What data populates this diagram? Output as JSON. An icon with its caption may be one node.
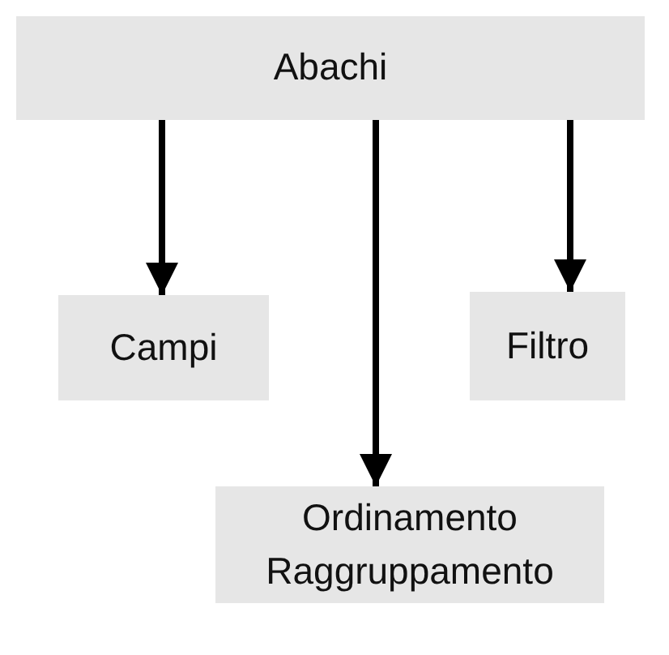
{
  "diagram": {
    "nodes": [
      {
        "text": [
          "Abachi"
        ]
      },
      {
        "text": [
          "Campi"
        ]
      },
      {
        "text": [
          "Ordinamento Raggruppamento"
        ]
      },
      {
        "text": [
          "Filtro"
        ]
      }
    ],
    "edges": [
      {
        "from": 0,
        "to": 1,
        "arrow": "to"
      },
      {
        "from": 0,
        "to": 2,
        "arrow": "to"
      },
      {
        "from": 0,
        "to": 3,
        "arrow": "to"
      }
    ]
  }
}
